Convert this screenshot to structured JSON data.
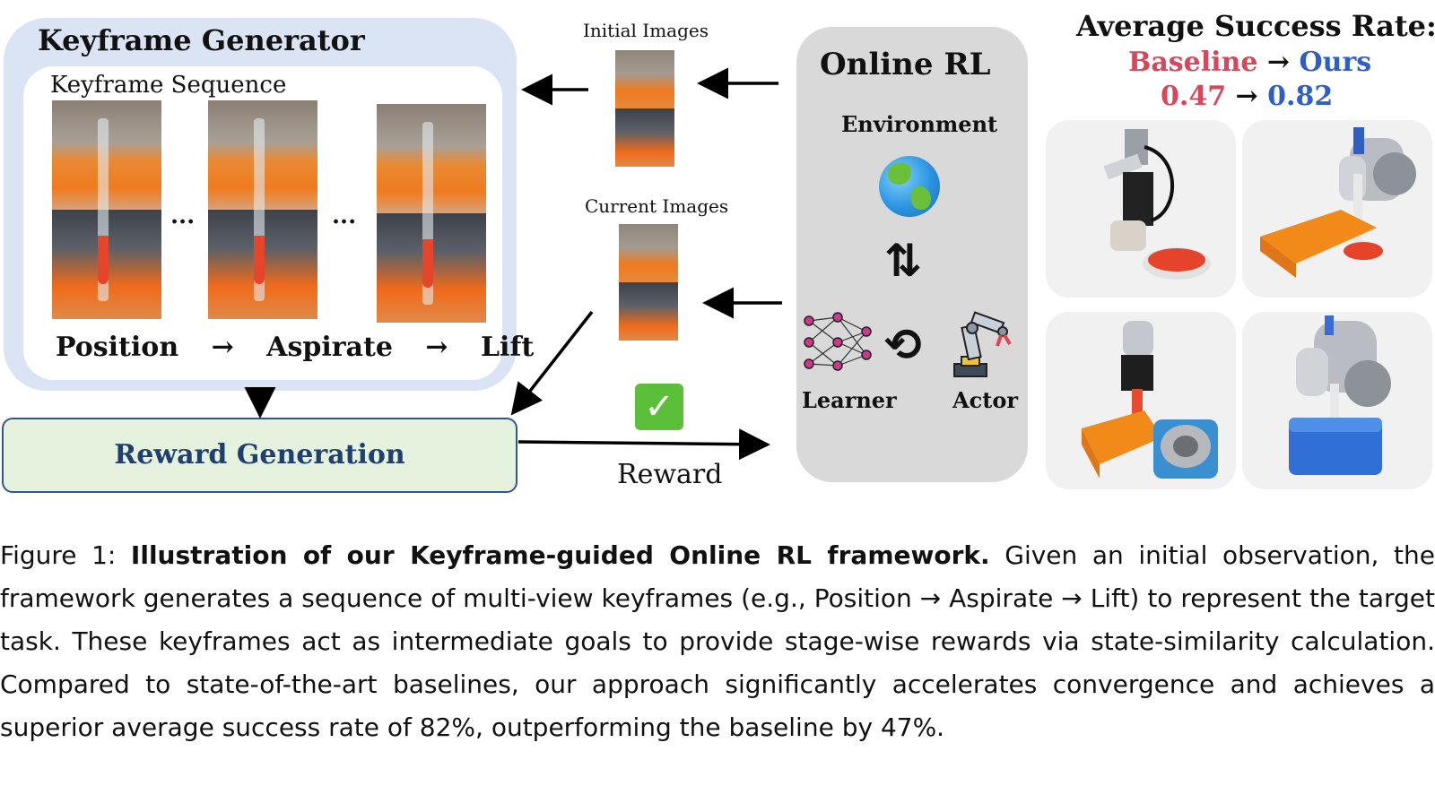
{
  "keyframe_generator": {
    "title": "Keyframe Generator",
    "sequence_label": "Keyframe Sequence",
    "ellipsis": "...",
    "stages": [
      "Position",
      "Aspirate",
      "Lift"
    ],
    "arrow": "→"
  },
  "reward_generation": {
    "label": "Reward Generation",
    "color": "#1f3f6e",
    "fill": "#e5f2de"
  },
  "middle": {
    "initial_images": "Initial Images",
    "current_images": "Current Images",
    "reward": "Reward"
  },
  "online_rl": {
    "title": "Online RL",
    "environment": "Environment",
    "learner": "Learner",
    "actor": "Actor"
  },
  "success_rate": {
    "title": "Average Success Rate:",
    "baseline": "Baseline",
    "ours": "Ours",
    "arrow": "→",
    "baseline_value": "0.47",
    "ours_value": "0.82",
    "baseline_color": "#d9455a",
    "ours_color": "#2f5ec4"
  },
  "caption": {
    "prefix": "Figure 1: ",
    "bold": "Illustration of our Keyframe-guided Online RL framework.",
    "text": " Given an initial observation, the framework generates a sequence of multi-view keyframes (e.g., Position → Aspirate → Lift) to represent the target task. These keyframes act as intermediate goals to provide stage-wise rewards via state-similarity calculation. Compared to state-of-the-art baselines, our approach significantly accelerates convergence and achieves a superior average success rate of 82%, outperforming the baseline by 47%."
  }
}
